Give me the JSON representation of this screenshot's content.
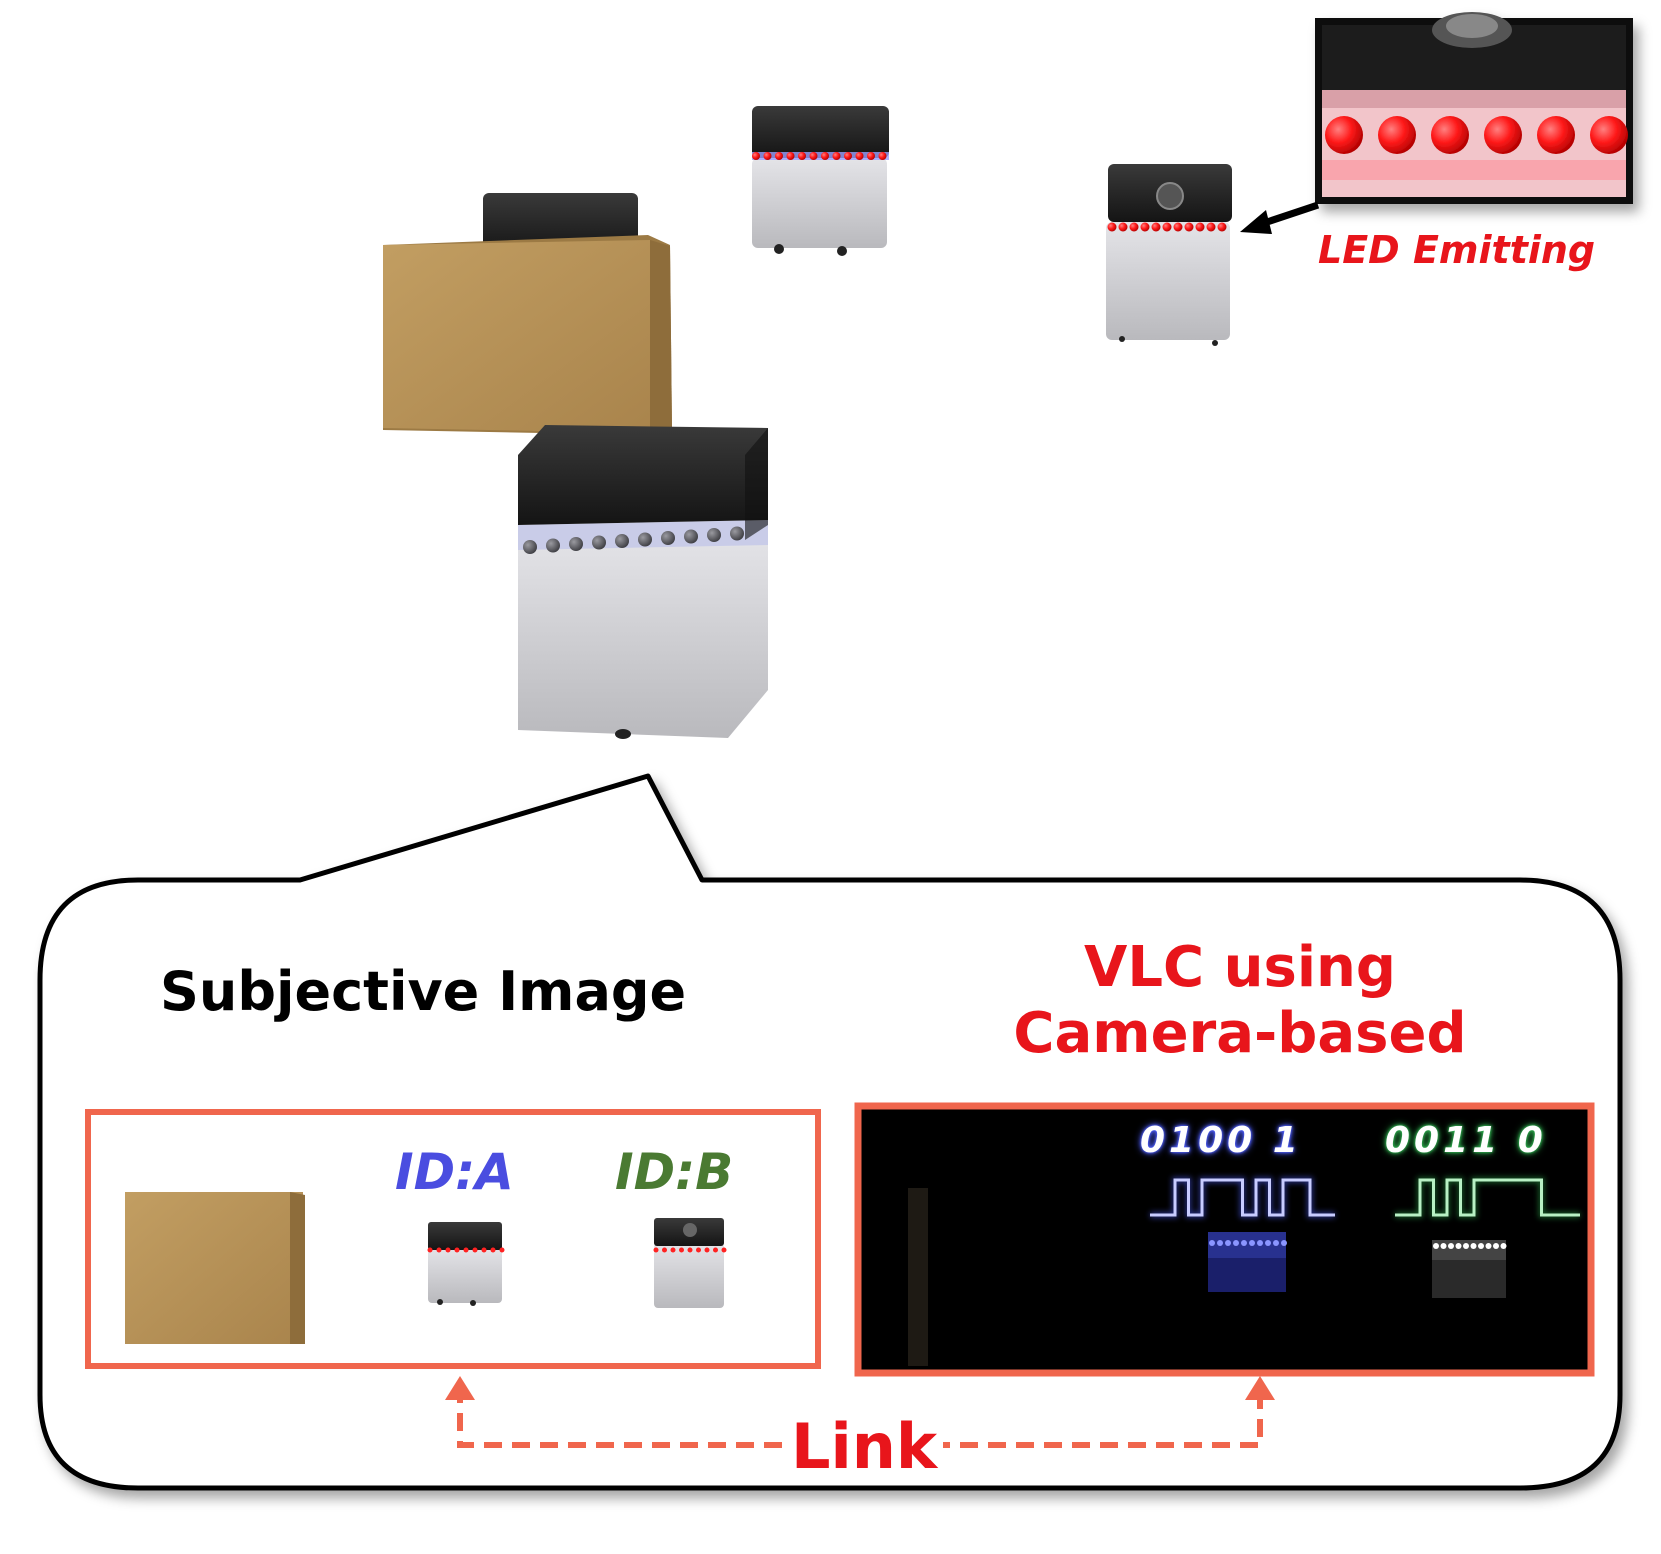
{
  "labels": {
    "led_emitting": "LED Emitting",
    "subjective_image": "Subjective Image",
    "vlc_line1": "VLC using",
    "vlc_line2": "Camera-based",
    "id_a": "ID:A",
    "id_b": "ID:B",
    "bits_a": "0100 1",
    "bits_b": "0011 0",
    "link": "Link"
  },
  "colors": {
    "accent_red": "#e8151b",
    "frame_coral": "#f0664d",
    "id_a_blue": "#4a4de0",
    "id_b_green": "#4a7a32",
    "signal_blue": "#5060ff",
    "signal_green": "#2fae4f",
    "wood": "#b8935a",
    "robot_top": "#232323",
    "robot_body": "#cfcfd3"
  },
  "signals": {
    "a": [
      0,
      1,
      0,
      0,
      1
    ],
    "b": [
      0,
      0,
      1,
      1,
      0
    ]
  }
}
